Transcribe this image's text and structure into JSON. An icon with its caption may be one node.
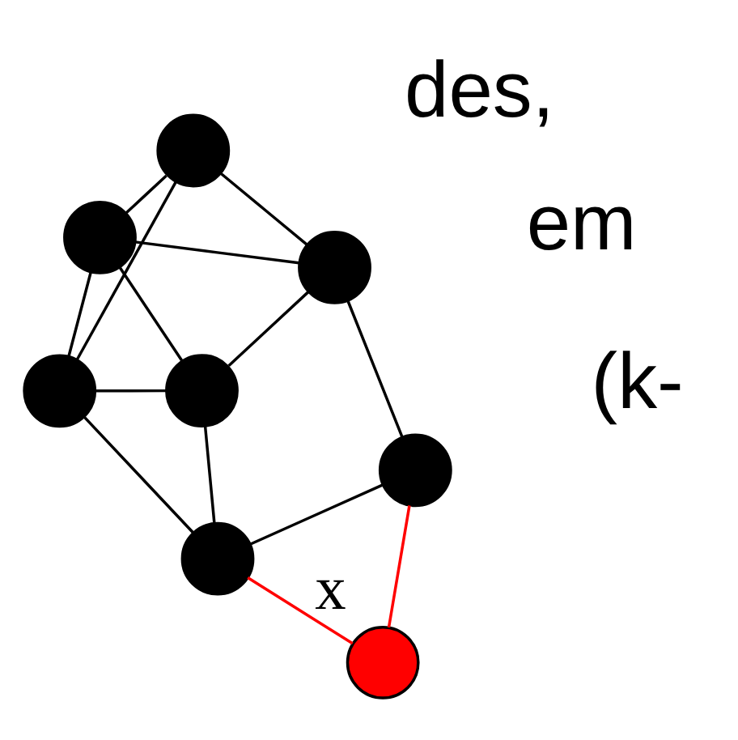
{
  "diagram": {
    "nodes": [
      {
        "text": [],
        "shape": "circle"
      },
      {
        "text": [],
        "shape": "circle",
        "beside": [
          "x"
        ]
      },
      {
        "text": [],
        "shape": "circle"
      },
      {
        "text": [],
        "shape": "circle"
      },
      {
        "text": [],
        "shape": "circle"
      },
      {
        "text": [],
        "shape": "circle"
      },
      {
        "text": [],
        "shape": "circle"
      },
      {
        "text": [],
        "shape": "circle"
      }
    ],
    "edges": [
      {
        "from": 0,
        "to": 1,
        "arrow": "none",
        "color": "#ff0000"
      },
      {
        "from": 1,
        "to": 2,
        "arrow": "none",
        "color": "#ff0000"
      },
      {
        "from": 0,
        "to": 2,
        "arrow": "none"
      },
      {
        "from": 0,
        "to": 4,
        "arrow": "none"
      },
      {
        "from": 3,
        "to": 2,
        "arrow": "none"
      },
      {
        "from": 3,
        "to": 4,
        "arrow": "none"
      },
      {
        "from": 3,
        "to": 5,
        "arrow": "none"
      },
      {
        "from": 3,
        "to": 6,
        "arrow": "none"
      },
      {
        "from": 4,
        "to": 5,
        "arrow": "none"
      },
      {
        "from": 4,
        "to": 7,
        "arrow": "none"
      },
      {
        "from": 5,
        "to": 7,
        "arrow": "none"
      },
      {
        "from": 5,
        "to": 6,
        "arrow": "none"
      },
      {
        "from": 2,
        "to": 6,
        "arrow": "none"
      },
      {
        "from": 7,
        "to": 6,
        "arrow": "none"
      }
    ],
    "labels": [
      "des,",
      "em",
      "(k-"
    ]
  }
}
